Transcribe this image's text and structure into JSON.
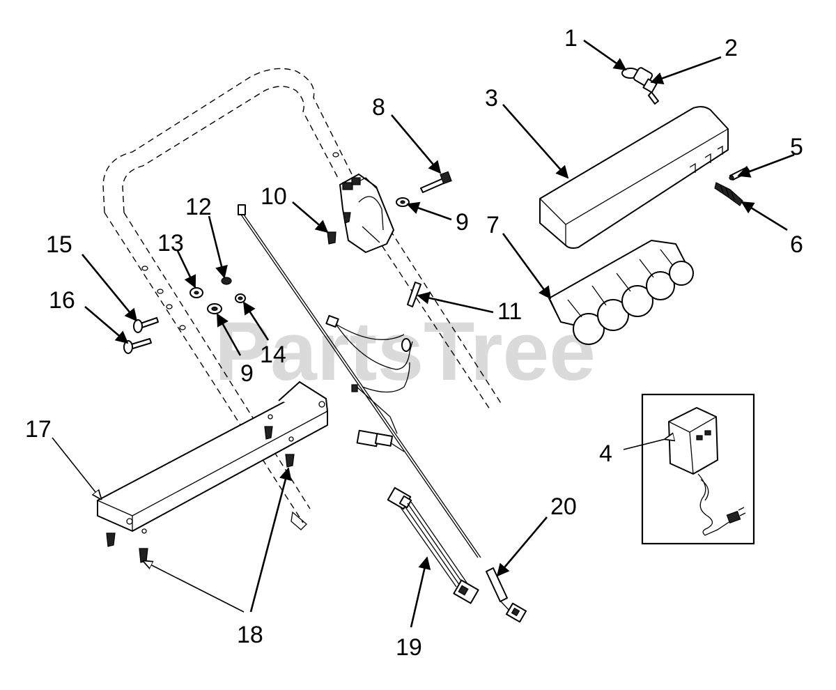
{
  "watermark": "PartsTree",
  "callouts": {
    "c1": "1",
    "c2": "2",
    "c3": "3",
    "c4": "4",
    "c5": "5",
    "c6": "6",
    "c7": "7",
    "c8": "8",
    "c9a": "9",
    "c9b": "9",
    "c10": "10",
    "c11": "11",
    "c12": "12",
    "c13": "13",
    "c14": "14",
    "c15": "15",
    "c16": "16",
    "c17": "17",
    "c18": "18",
    "c19": "19",
    "c20": "20"
  }
}
